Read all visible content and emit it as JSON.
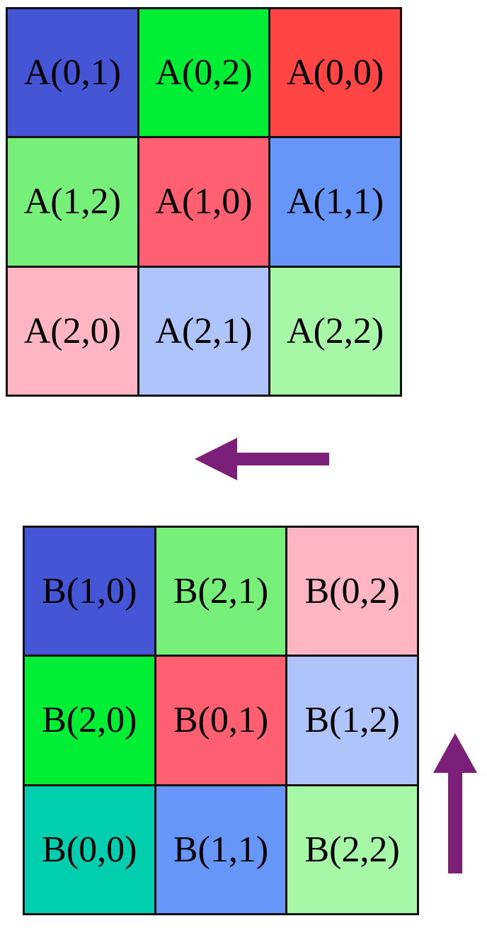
{
  "matrix_a": {
    "cells": [
      {
        "label": "A(0,1)",
        "color": "#4455d6"
      },
      {
        "label": "A(0,2)",
        "color": "#00ee33"
      },
      {
        "label": "A(0,0)",
        "color": "#ff4444"
      },
      {
        "label": "A(1,2)",
        "color": "#77f07a"
      },
      {
        "label": "A(1,0)",
        "color": "#fe5f71"
      },
      {
        "label": "A(1,1)",
        "color": "#6596f8"
      },
      {
        "label": "A(2,0)",
        "color": "#ffb6c2"
      },
      {
        "label": "A(2,1)",
        "color": "#b0c4fc"
      },
      {
        "label": "A(2,2)",
        "color": "#a6f8a6"
      }
    ]
  },
  "matrix_b": {
    "cells": [
      {
        "label": "B(1,0)",
        "color": "#4455d6"
      },
      {
        "label": "B(2,1)",
        "color": "#77f07a"
      },
      {
        "label": "B(0,2)",
        "color": "#ffb6c2"
      },
      {
        "label": "B(2,0)",
        "color": "#00ee33"
      },
      {
        "label": "B(0,1)",
        "color": "#fe5f71"
      },
      {
        "label": "B(1,2)",
        "color": "#b0c4fc"
      },
      {
        "label": "B(0,0)",
        "color": "#00ceae"
      },
      {
        "label": "B(1,1)",
        "color": "#6596f8"
      },
      {
        "label": "B(2,2)",
        "color": "#a6f8a6"
      }
    ]
  },
  "arrows": {
    "color": "#7b1f78",
    "shift_a": "left-arrow-icon",
    "shift_b": "up-arrow-icon"
  }
}
